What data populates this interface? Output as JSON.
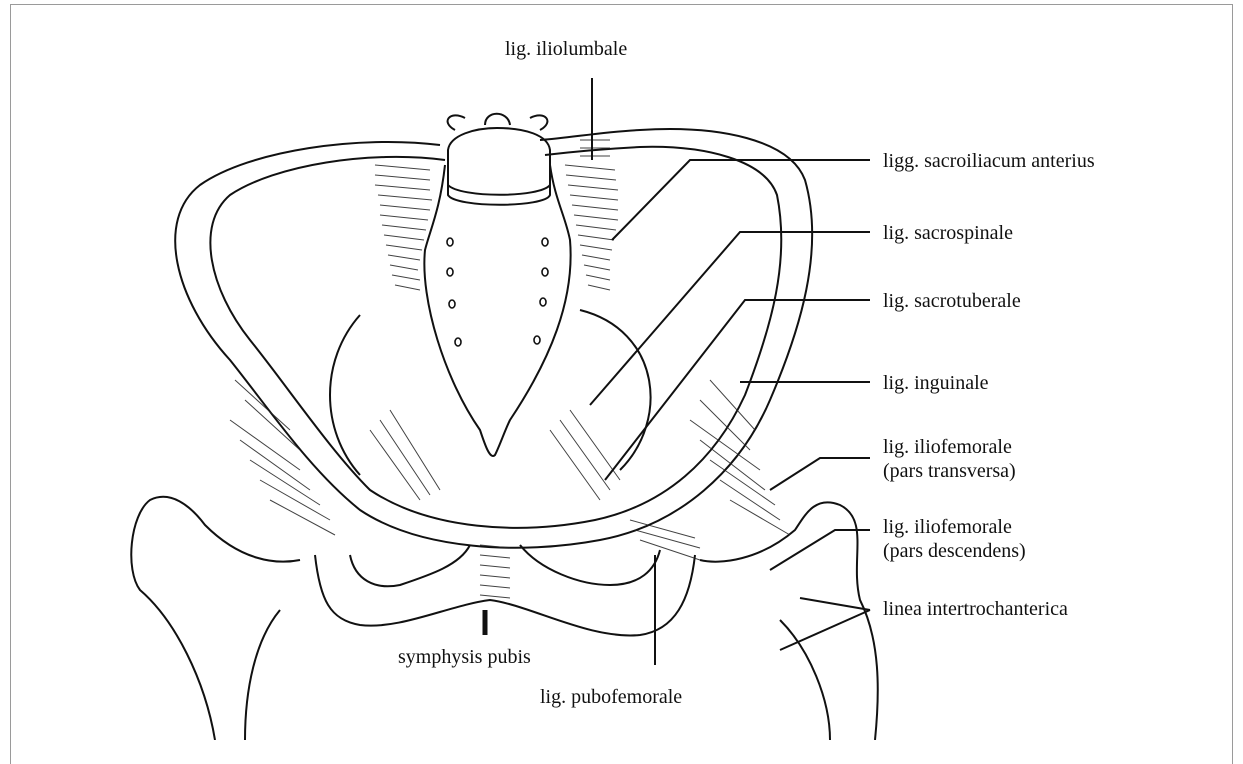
{
  "labels": {
    "iliolumbale": "lig. iliolumbale",
    "sacroiliacum": "ligg. sacroiliacum anterius",
    "sacrospinale": "lig. sacrospinale",
    "sacrotuberale": "lig. sacrotuberale",
    "inguinale": "lig. inguinale",
    "iliofem_trans_1": "lig. iliofemorale",
    "iliofem_trans_2": "(pars transversa)",
    "iliofem_desc_1": "lig. iliofemorale",
    "iliofem_desc_2": "(pars descendens)",
    "intertroch": "linea intertrochanterica",
    "symphysis": "symphysis pubis",
    "pubofemorale": "lig. pubofemorale"
  }
}
